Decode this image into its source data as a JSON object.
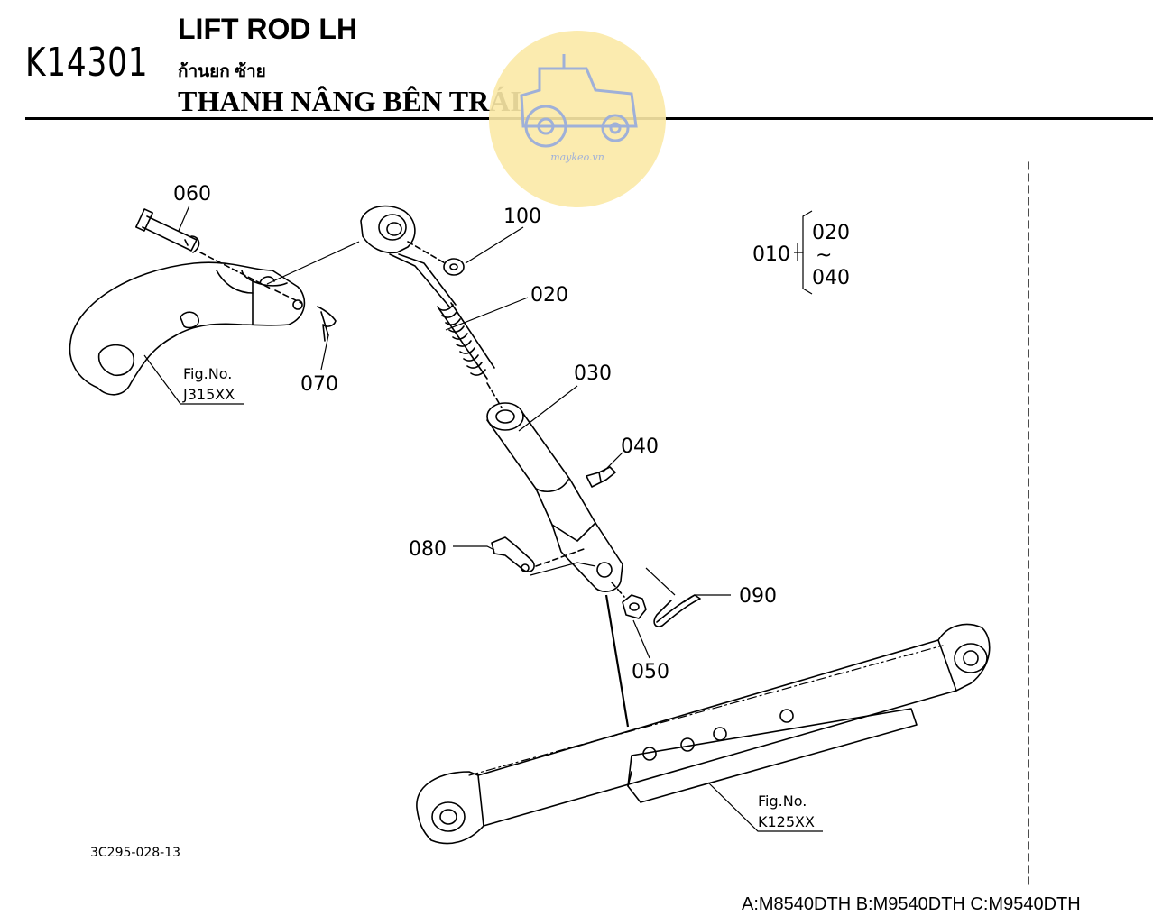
{
  "header": {
    "code": "K14301",
    "title_en": "LIFT ROD LH",
    "title_th": "ก้านยก ซ้าย",
    "title_vn": "THANH NÂNG BÊN TRÁI"
  },
  "watermark": {
    "text": "maykeo.vn",
    "icon": "tractor-icon",
    "color": "#fbe9a6"
  },
  "parts": {
    "p010": "010",
    "p020": "020",
    "p030": "030",
    "p040": "040",
    "p050": "050",
    "p060": "060",
    "p070": "070",
    "p080": "080",
    "p090": "090",
    "p100": "100"
  },
  "assembly": {
    "label": "010",
    "from": "020",
    "tilde": "~",
    "to": "040"
  },
  "figrefs": {
    "arm": {
      "label": "Fig.No.",
      "number": "J315XX"
    },
    "lower_link": {
      "label": "Fig.No.",
      "number": "K125XX"
    }
  },
  "doc_number": "3C295-028-13",
  "models": "A:M8540DTH B:M9540DTH C:M9540DTH"
}
